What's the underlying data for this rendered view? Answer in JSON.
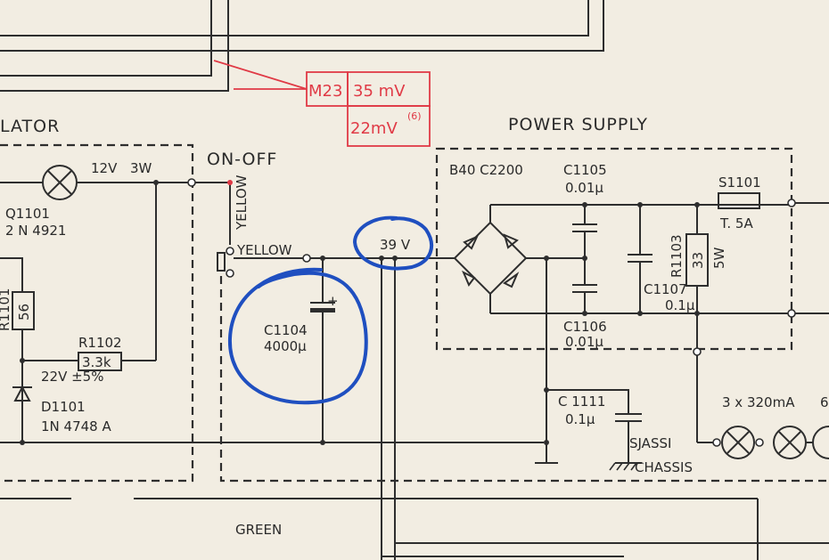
{
  "sections": {
    "oscillator_fragment": "LATOR",
    "power_supply": "POWER  SUPPLY",
    "switch": "ON-OFF"
  },
  "measurement": {
    "point": "M23",
    "value_1": "35 mV",
    "value_2": "22mV",
    "note": "(6)"
  },
  "components": {
    "lamp_rating_v": "12V",
    "lamp_rating_w": "3W",
    "q1101_ref": "Q1101",
    "q1101_type": "2 N 4921",
    "r1101_ref": "R1101",
    "r1101_val": "56",
    "r1102_ref": "R1102",
    "r1102_val": "3.3k",
    "zener_spec": "22V ±5%",
    "d1101_ref": "D1101",
    "d1101_type": "1N 4748 A",
    "wire_yellow_1": "YELLOW",
    "wire_yellow_2": "YELLOW",
    "c1104_ref": "C1104",
    "c1104_val": "4000µ",
    "c1104_plus": "+",
    "voltage_39": "39 V",
    "bridge": "B40  C2200",
    "c1105_ref": "C1105",
    "c1105_val": "0.01µ",
    "s1101_ref": "S1101",
    "s1101_val": "T. 5A",
    "r1103_ref": "R1103",
    "r1103_val": "33",
    "r1103_w": "5W",
    "c1107_ref": "C1107",
    "c1107_val": "0.1µ",
    "c1106_ref": "C1106",
    "c1106_val": "0.01µ",
    "c1111_ref": "C 1111",
    "c1111_val": "0.1µ",
    "sjassi": "SJASSI",
    "chassis": "CHASSIS",
    "lamps": "3 x 320mA",
    "edge_digit": "6",
    "wire_green": "GREEN"
  }
}
